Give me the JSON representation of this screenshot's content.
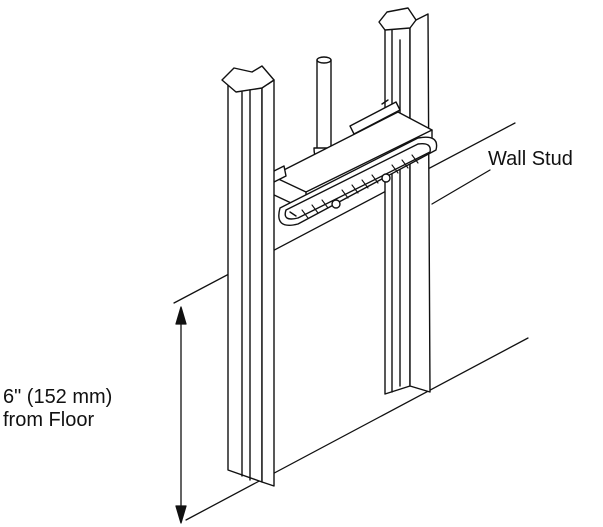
{
  "labels": {
    "wall_stud": "Wall Stud",
    "height_line1": "6\" (152 mm)",
    "height_line2": "from Floor"
  },
  "colors": {
    "line": "#111111",
    "fill": "#ffffff"
  }
}
